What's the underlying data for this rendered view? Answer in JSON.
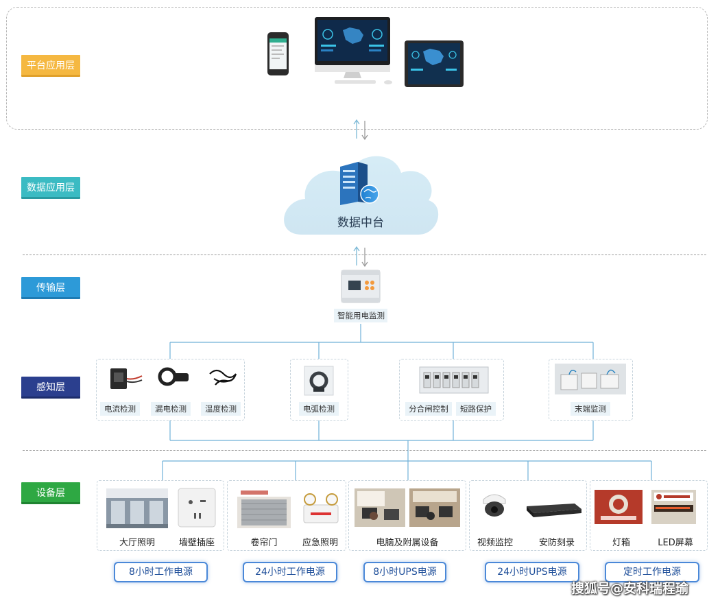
{
  "layers": {
    "platform": "平台应用层",
    "data": "数据应用层",
    "transport": "传输层",
    "sense": "感知层",
    "device": "设备层"
  },
  "cloud": {
    "label": "数据中台"
  },
  "monitor": {
    "label": "智能用电监测"
  },
  "sensors": {
    "current": "电流检测",
    "leakage": "漏电检测",
    "temperature": "温度检测",
    "arc": "电弧检测",
    "switch_control": "分合闸控制",
    "short_circuit": "短路保护",
    "terminal": "末端监测"
  },
  "devices": {
    "hall_lighting": "大厅照明",
    "wall_socket": "墙壁插座",
    "shutter_door": "卷帘门",
    "emergency_lighting": "应急照明",
    "computers": "电脑及附属设备",
    "video_monitoring": "视频监控",
    "security_recording": "安防刻录",
    "light_box": "灯箱",
    "led_screen": "LED屏幕"
  },
  "power": {
    "p1": "8小时工作电源",
    "p2": "24小时工作电源",
    "p3": "8小时UPS电源",
    "p4": "24小时UPS电源",
    "p5": "定时工作电源"
  },
  "watermark": "搜狐号@安科瑞程瑜",
  "colors": {
    "line": "#6fb0d8",
    "button_border": "#4a88d8",
    "tag_platform": "#f5b841",
    "tag_data": "#3bbbc3",
    "tag_transport": "#2d9ad8",
    "tag_sense": "#2b3f8e",
    "tag_device": "#2ea843"
  }
}
